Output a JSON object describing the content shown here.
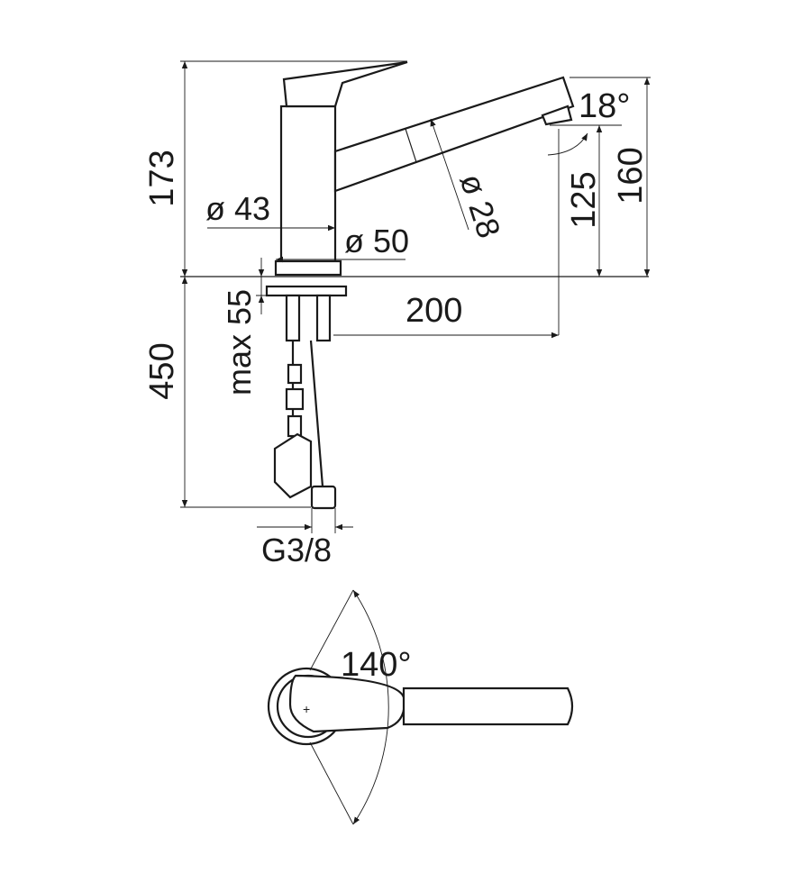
{
  "side_view": {
    "dims": {
      "height_total": "173",
      "spout_dia": "ø 28",
      "body_dia": "ø 43",
      "base_dia": "ø 50",
      "tilt_angle": "18°",
      "outlet_height_1": "125",
      "outlet_height_2": "160",
      "reach": "200",
      "max_thickness": "max 55",
      "hose_length": "450",
      "connection": "G3/8"
    }
  },
  "top_view": {
    "rotation_angle": "140°"
  }
}
